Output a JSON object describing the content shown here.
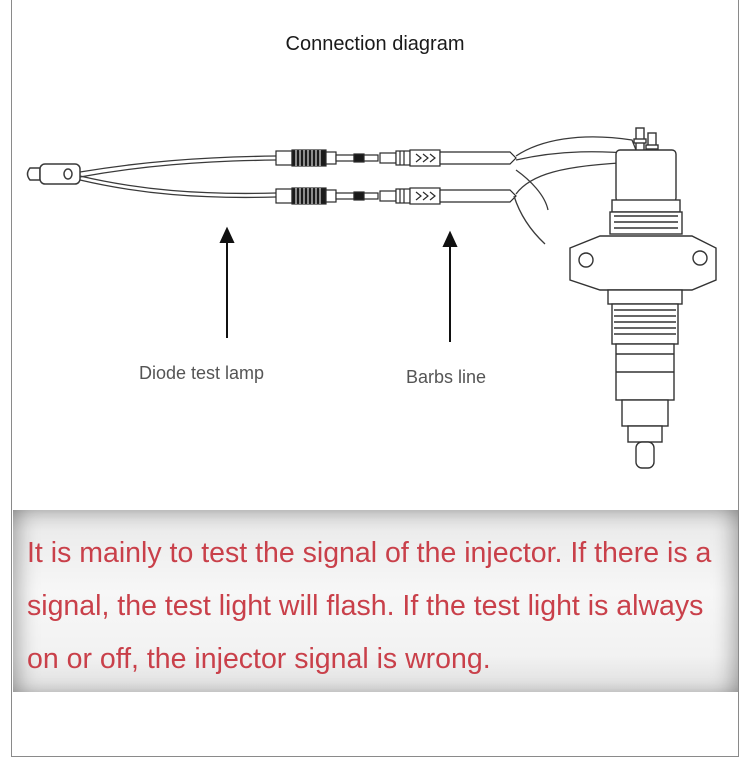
{
  "title": "Connection diagram",
  "labels": {
    "diode": "Diode test lamp",
    "barbs": "Barbs line"
  },
  "description": "It is mainly to test the signal of the injector. If there is a signal, the test light will flash. If the test light is always on or off, the injector signal is wrong.",
  "colors": {
    "description_text": "#c9404a",
    "title_text": "#1a1a1a",
    "label_text": "#555555",
    "line": "#3a3a3a"
  },
  "icons": [
    "diode-lamp-icon",
    "connector-icon",
    "barb-connector-icon",
    "fuel-injector-icon",
    "arrow-up-icon"
  ]
}
